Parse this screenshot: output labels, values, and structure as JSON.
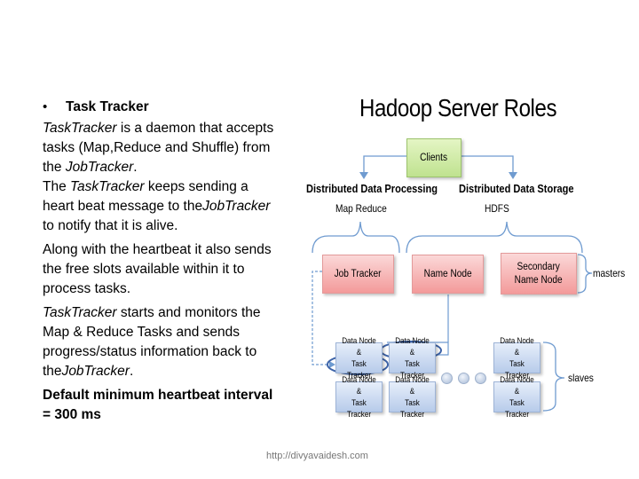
{
  "left_text": {
    "bullet_title": "Task Tracker",
    "p1_italic1": "TaskTracker",
    "p1_text1": " is a daemon that accepts tasks (Map,Reduce and Shuffle) from the ",
    "p1_italic2": "JobTracker",
    "p1_text2": ".",
    "p1b_text1": "The ",
    "p1b_italic1": "TaskTracker",
    "p1b_text2": " keeps sending a heart beat message to the",
    "p1b_italic2": "JobTracker",
    "p1b_text3": " to notify that it is alive.",
    "p2": "Along with the heartbeat it also sends the free slots available within it to process tasks.",
    "p3_italic1": "TaskTracker",
    "p3_text1": " starts and monitors the Map & Reduce Tasks and sends progress/status information back to the",
    "p3_italic2": "JobTracker",
    "p3_text2": ".",
    "p4": "Default minimum heartbeat interval = 300 ms"
  },
  "diagram": {
    "title": "Hadoop Server Roles",
    "clients": "Clients",
    "processing_label": "Distributed Data Processing",
    "processing_sub": "Map Reduce",
    "storage_label": "Distributed Data Storage",
    "storage_sub": "HDFS",
    "job_tracker": "Job Tracker",
    "name_node": "Name Node",
    "secondary_line1": "Secondary",
    "secondary_line2": "Name Node",
    "masters": "masters",
    "slaves": "slaves",
    "node_line1": "Data Node &",
    "node_line2": "Task Tracker"
  },
  "footer": "http://divyavaidesh.com",
  "colors": {
    "clients": "#c9e6a0",
    "master": "#f6b3b3",
    "node": "#c9d8f0",
    "highlight": "#3d63a8"
  }
}
